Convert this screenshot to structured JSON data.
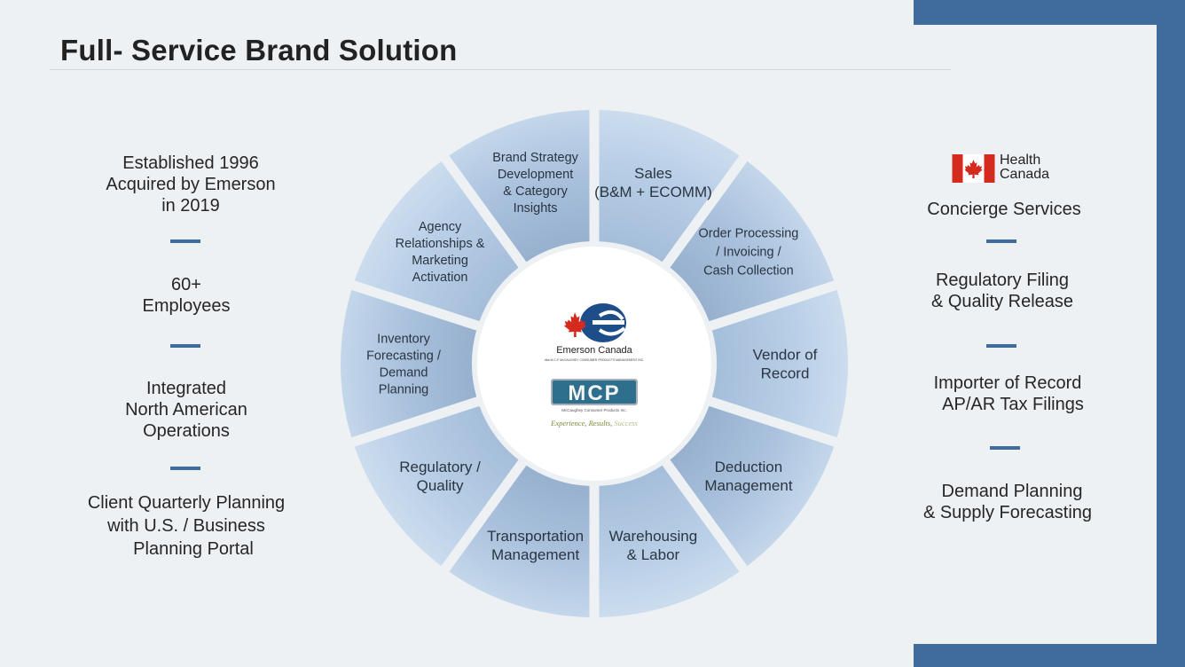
{
  "slide": {
    "title": "Full- Service Brand Solution"
  },
  "left_column": {
    "items": [
      {
        "lines": [
          "Established 1996",
          "Acquired by Emerson",
          "in 2019"
        ]
      },
      {
        "lines": [
          "60+",
          "Employees"
        ]
      },
      {
        "lines": [
          "Integrated",
          "North American",
          "Operations"
        ]
      },
      {
        "lines": [
          "Client Quarterly Planning",
          "with U.S. / Business",
          "Planning Portal"
        ]
      }
    ]
  },
  "right_column": {
    "health_canada": {
      "line1": "Health",
      "line2": "Canada"
    },
    "items": [
      {
        "lines": [
          "Concierge Services"
        ]
      },
      {
        "lines": [
          "Regulatory Filing",
          "& Quality Release"
        ]
      },
      {
        "lines": [
          "Importer of Record",
          "AP/AR Tax Filings"
        ]
      },
      {
        "lines": [
          "Demand Planning",
          "& Supply Forecasting"
        ]
      }
    ]
  },
  "wheel": {
    "segments": [
      {
        "lines": [
          "Sales",
          "(B&M + ECOMM)"
        ]
      },
      {
        "lines": [
          "Order Processing",
          "/ Invoicing /",
          "Cash Collection"
        ]
      },
      {
        "lines": [
          "Vendor of",
          "Record"
        ]
      },
      {
        "lines": [
          "Deduction",
          "Management"
        ]
      },
      {
        "lines": [
          "Warehousing",
          "& Labor"
        ]
      },
      {
        "lines": [
          "Transportation",
          "Management"
        ]
      },
      {
        "lines": [
          "Regulatory /",
          "Quality"
        ]
      },
      {
        "lines": [
          "Inventory",
          "Forecasting /",
          "Demand",
          "Planning"
        ]
      },
      {
        "lines": [
          "Agency",
          "Relationships &",
          "Marketing",
          "Activation"
        ]
      },
      {
        "lines": [
          "Brand Strategy",
          "Development",
          "& Category",
          "Insights"
        ]
      }
    ],
    "center": {
      "emerson_name": "Emerson Canada",
      "emerson_sub": "dba M.C.P. McCAUGHEY CONSUMER PRODUCTS MANAGEMENT INC.",
      "mcp_logo": "MCP",
      "mcp_sub": "McCaughey Consumer Products Inc.",
      "tagline_a": "Experience, Results,",
      "tagline_b": " Success"
    }
  },
  "colors": {
    "accent": "#3f6c9c",
    "segment_light": "#b6cce4",
    "segment_dark": "#93acc9",
    "background": "#eef1f4",
    "flag_red": "#d52b1e"
  }
}
